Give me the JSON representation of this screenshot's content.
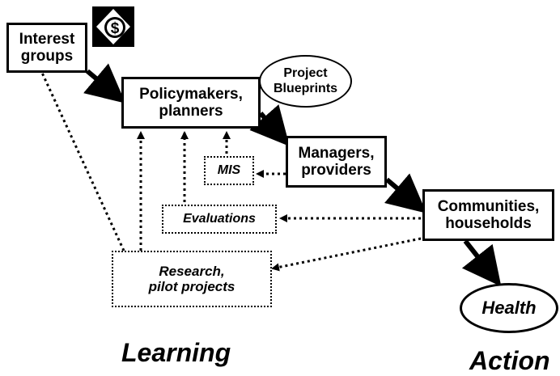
{
  "nodes": {
    "interest_groups": [
      "Interest",
      "groups"
    ],
    "policymakers": [
      "Policymakers,",
      "planners"
    ],
    "project_blueprints": [
      "Project",
      "Blueprints"
    ],
    "managers": [
      "Managers,",
      "providers"
    ],
    "mis": "MIS",
    "evaluations": "Evaluations",
    "communities": [
      "Communities,",
      "households"
    ],
    "research": [
      "Research,",
      "pilot projects"
    ],
    "health": "Health"
  },
  "captions": {
    "learning": "Learning",
    "action": "Action"
  },
  "icons": {
    "logo": "dollar-sign-diamond-icon"
  },
  "colors": {
    "line": "#000000",
    "background": "#ffffff"
  }
}
